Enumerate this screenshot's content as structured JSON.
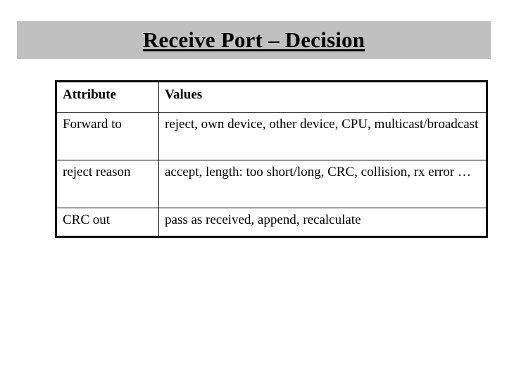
{
  "slide": {
    "title": "Receive Port – Decision",
    "banner_color": "#c0c0c0",
    "text_color": "#000000",
    "background_color": "#ffffff"
  },
  "table": {
    "border_color": "#000000",
    "columns": [
      {
        "key": "attribute",
        "header": "Attribute"
      },
      {
        "key": "values",
        "header": "Values"
      }
    ],
    "rows": [
      {
        "attribute": "Forward to",
        "values": "reject, own device, other device, CPU, multicast/broadcast"
      },
      {
        "attribute": "reject reason",
        "values": "accept, length: too short/long, CRC, collision, rx error …"
      },
      {
        "attribute": "CRC out",
        "values": "pass as received, append, recalculate"
      }
    ]
  }
}
